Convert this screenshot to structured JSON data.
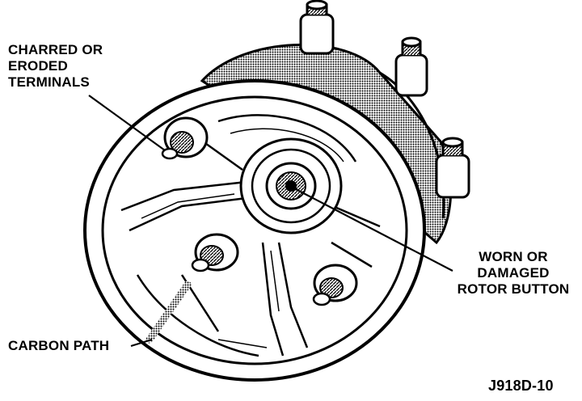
{
  "diagram": {
    "labels": {
      "charred_terminals": [
        "CHARRED OR",
        "ERODED",
        "TERMINALS"
      ],
      "rotor_button": [
        "WORN OR",
        "DAMAGED",
        "ROTOR BUTTON"
      ],
      "carbon_path": "CARBON PATH"
    },
    "figure_code": "J918D-10",
    "colors": {
      "ink": "#000000",
      "paper": "#ffffff",
      "shade": "#7a7a7a"
    }
  }
}
